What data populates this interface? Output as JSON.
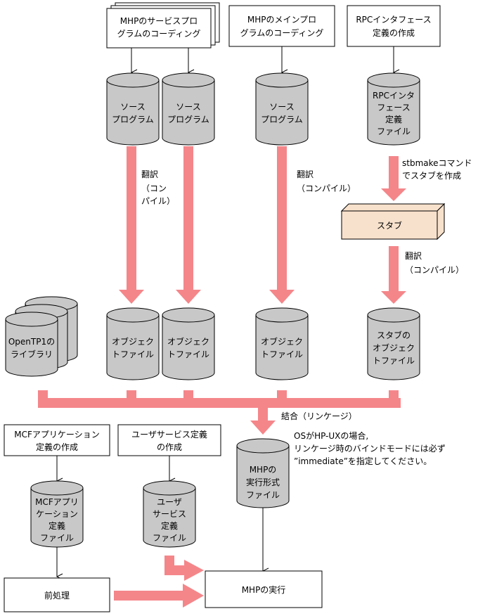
{
  "boxes": {
    "service_coding": [
      "MHPのサービスプロ",
      "グラムのコーディング"
    ],
    "main_coding": [
      "MHPのメインプロ",
      "グラムのコーディング"
    ],
    "rpc_def": [
      "RPCインタフェース",
      "定義の作成"
    ],
    "mcf_def": [
      "MCFアプリケーション",
      "定義の作成"
    ],
    "user_def": [
      "ユーザサービス定義",
      "の作成"
    ],
    "preprocess": "前処理",
    "exec": "MHPの実行",
    "stub": "スタブ"
  },
  "cylinders": {
    "src1": [
      "ソース",
      "プログラム"
    ],
    "src2": [
      "ソース",
      "プログラム"
    ],
    "src3": [
      "ソース",
      "プログラム"
    ],
    "rpc_file": [
      "RPCインタ",
      "フェース",
      "定義",
      "ファイル"
    ],
    "lib": [
      "OpenTP1の",
      "ライブラリ"
    ],
    "obj1": [
      "オブジェク",
      "トファイル"
    ],
    "obj2": [
      "オブジェク",
      "トファイル"
    ],
    "obj3": [
      "オブジェク",
      "トファイル"
    ],
    "stub_obj": [
      "スタブの",
      "オブジェク",
      "トファイル"
    ],
    "exe": [
      "MHPの",
      "実行形式",
      "ファイル"
    ],
    "mcf_file": [
      "MCFアプリ",
      "ケーション",
      "定義",
      "ファイル"
    ],
    "user_file": [
      "ユーザ",
      "サービス",
      "定義",
      "ファイル"
    ]
  },
  "labels": {
    "compile1": [
      "翻訳",
      "（コン",
      "パイル）"
    ],
    "compile2": [
      "翻訳",
      "（コンパイル）"
    ],
    "stbmake": [
      "stbmakeコマンド",
      "でスタブを作成"
    ],
    "compile3": [
      "翻訳",
      "（コンパイル）"
    ],
    "link": "結合（リンケージ）",
    "note": [
      "OSがHP-UXの場合,",
      "リンケージ時のバインドモードには必ず",
      "”immediate”を指定してください。"
    ]
  },
  "colors": {
    "arrow": "#f4868a",
    "cylinder": "#c8c8c8",
    "stub_box": "#f8e1cc"
  }
}
